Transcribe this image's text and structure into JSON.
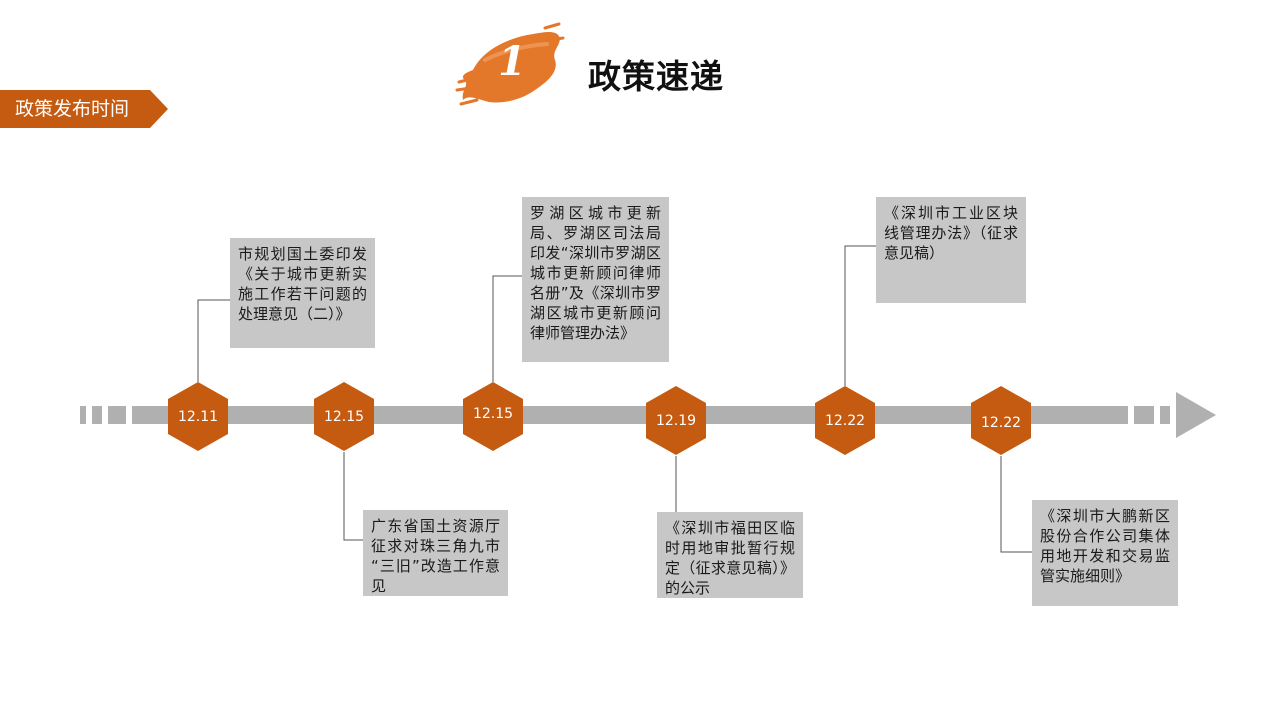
{
  "header": {
    "number": "1",
    "title": "政策速递",
    "accent_color": "#e4782a"
  },
  "section_tag": {
    "label": "政策发布时间",
    "color": "#c55a11"
  },
  "timeline": {
    "bar_color": "#b0b0b0",
    "hex_color": "#c55a11",
    "box_color": "#c7c7c7",
    "events": [
      {
        "date": "12.11",
        "position": "above",
        "text": "市规划国土委印发《关于城市更新实施工作若干问题的处理意见（二）》"
      },
      {
        "date": "12.15",
        "position": "below",
        "text": "广东省国土资源厅征求对珠三角九市 “三旧”改造工作意见"
      },
      {
        "date": "12.15",
        "position": "above",
        "text": "罗湖区城市更新局、罗湖区司法局印发“深圳市罗湖区城市更新顾问律师名册”及《深圳市罗湖区城市更新顾问律师管理办法》"
      },
      {
        "date": "12.19",
        "position": "below",
        "text": "《深圳市福田区临时用地审批暂行规定（征求意见稿）》的公示"
      },
      {
        "date": "12.22",
        "position": "above",
        "text": "《深圳市工业区块线管理办法》（征求意见稿）"
      },
      {
        "date": "12.22",
        "position": "below",
        "text": "《深圳市大鹏新区股份合作公司集体用地开发和交易监管实施细则》"
      }
    ]
  }
}
